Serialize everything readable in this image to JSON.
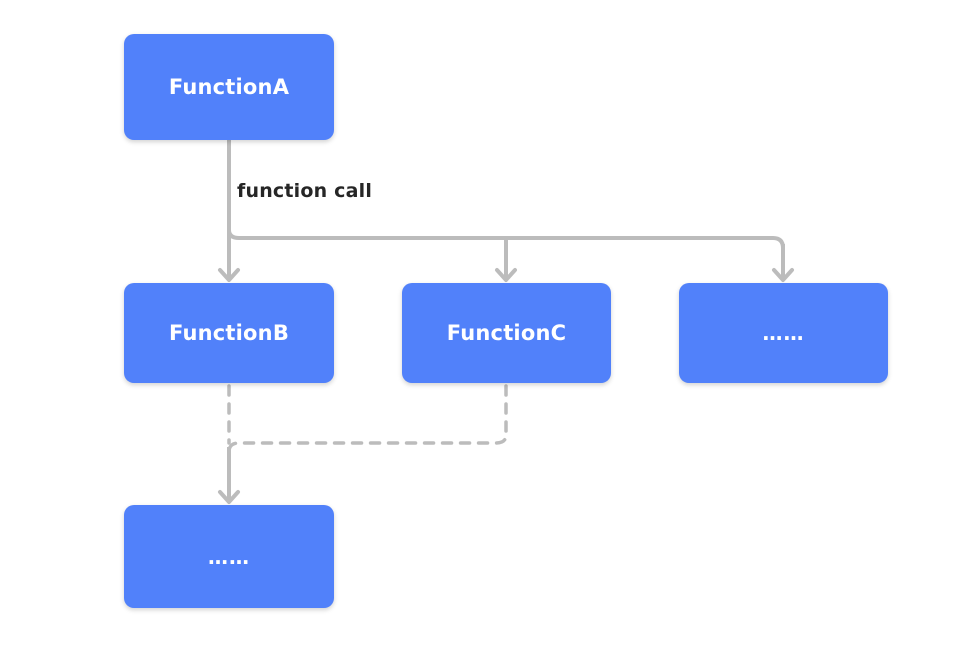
{
  "diagram": {
    "title_present": false,
    "background_color": "#ffffff",
    "node_color": "#5181fa",
    "node_text_color": "#ffffff",
    "edge_color": "#bcbcbc",
    "label_text_color": "#262626",
    "nodes": [
      {
        "id": "a",
        "label": "FunctionA"
      },
      {
        "id": "b",
        "label": "FunctionB"
      },
      {
        "id": "c",
        "label": "FunctionC"
      },
      {
        "id": "more",
        "label": "……"
      },
      {
        "id": "more2",
        "label": "……"
      }
    ],
    "edges": [
      {
        "from": "a",
        "to": "b",
        "label": "function call",
        "style": "solid"
      },
      {
        "from": "a",
        "to": "c",
        "label": "",
        "style": "solid"
      },
      {
        "from": "a",
        "to": "more",
        "label": "",
        "style": "solid"
      },
      {
        "from": "b",
        "to": "more2",
        "label": "",
        "style": "dashed"
      },
      {
        "from": "c",
        "to": "more2",
        "label": "",
        "style": "dashed"
      }
    ],
    "edge_labels": {
      "function_call": "function call"
    }
  }
}
